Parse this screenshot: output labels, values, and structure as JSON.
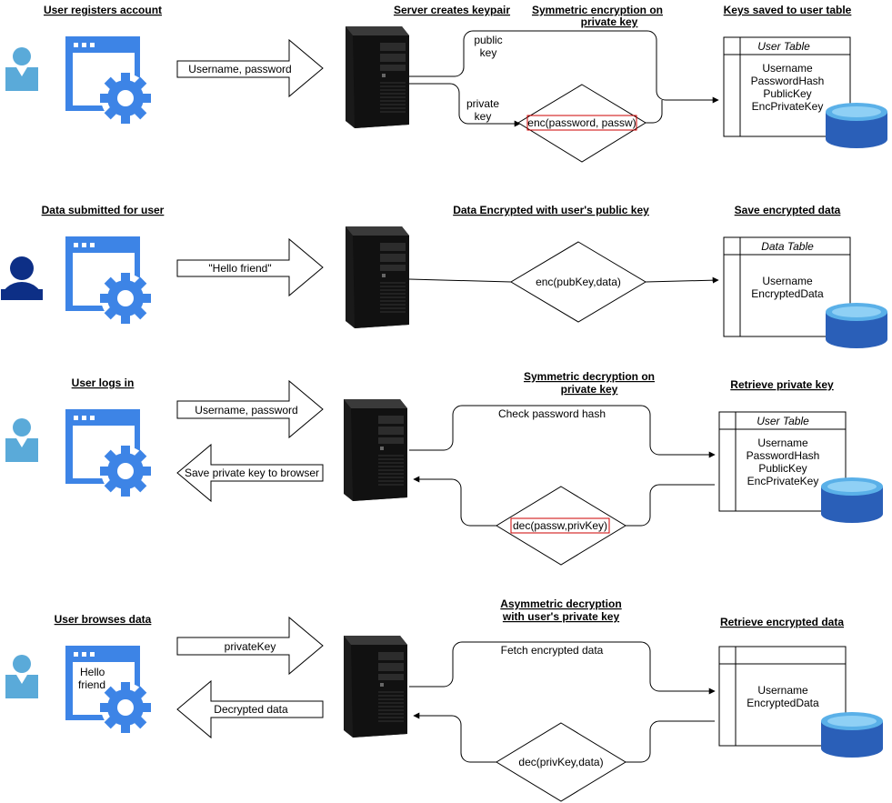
{
  "colors": {
    "app_blue": "#3d84e6",
    "user_light": "#5aaad9",
    "user_dark": "#0d2f86",
    "highlight_red": "#cc0000",
    "db_top": "#5ab0e8",
    "db_body": "#2a5fb8"
  },
  "row1": {
    "title": "User registers account",
    "arrow_label": "Username, password",
    "server_title": "Server creates keypair",
    "crypto_title": "Symmetric encryption on private key",
    "public_key_label": "public key",
    "private_key_label": "private key",
    "diamond_label": "enc(password, passw)",
    "table_title": "Keys saved to user table",
    "table_name": "User Table",
    "table_fields": [
      "Username",
      "PasswordHash",
      "PublicKey",
      "EncPrivateKey"
    ]
  },
  "row2": {
    "title": "Data submitted for user",
    "arrow_label": "\"Hello friend\"",
    "crypto_title": "Data Encrypted with user's public key",
    "diamond_label": "enc(pubKey,data)",
    "table_title": "Save encrypted data",
    "table_name": "Data Table",
    "table_fields": [
      "Username",
      "EncryptedData"
    ]
  },
  "row3": {
    "title": "User logs in",
    "arrow_right_label": "Username, password",
    "arrow_left_label": "Save private key to browser",
    "crypto_title": "Symmetric decryption on private key",
    "check_label": "Check password hash",
    "diamond_label": "dec(passw,privKey)",
    "table_title": "Retrieve private key",
    "table_name": "User Table",
    "table_fields": [
      "Username",
      "PasswordHash",
      "PublicKey",
      "EncPrivateKey"
    ]
  },
  "row4": {
    "title": "User browses data",
    "app_text": "Hello friend",
    "arrow_right_label": "privateKey",
    "arrow_left_label": "Decrypted data",
    "crypto_title": "Asymmetric decryption with user's private key",
    "fetch_label": "Fetch encrypted data",
    "diamond_label": "dec(privKey,data)",
    "table_title": "Retrieve encrypted data",
    "table_name": "",
    "table_fields": [
      "Username",
      "EncryptedData"
    ]
  }
}
